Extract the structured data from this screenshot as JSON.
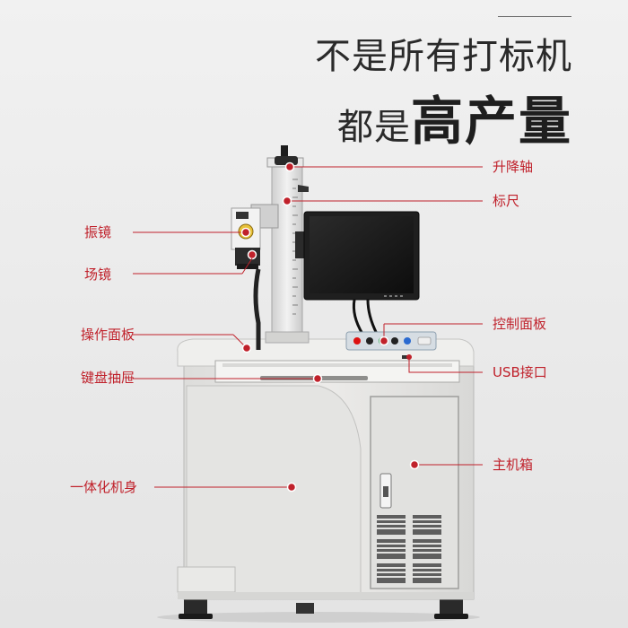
{
  "headline": {
    "line1": "不是所有打标机",
    "line2_prefix": "都是",
    "line2_emphasis": "高产量"
  },
  "labels": {
    "lift_axis": "升降轴",
    "ruler": "标尺",
    "galvo": "振镜",
    "field_lens": "场镜",
    "operation_panel": "操作面板",
    "control_panel": "控制面板",
    "keyboard_drawer": "键盘抽屉",
    "usb_port": "USB接口",
    "main_cabinet": "主机箱",
    "integrated_body": "一体化机身"
  },
  "colors": {
    "callout": "#c0212b",
    "machine_body": "#e6e6e4",
    "screen": "#141414"
  }
}
